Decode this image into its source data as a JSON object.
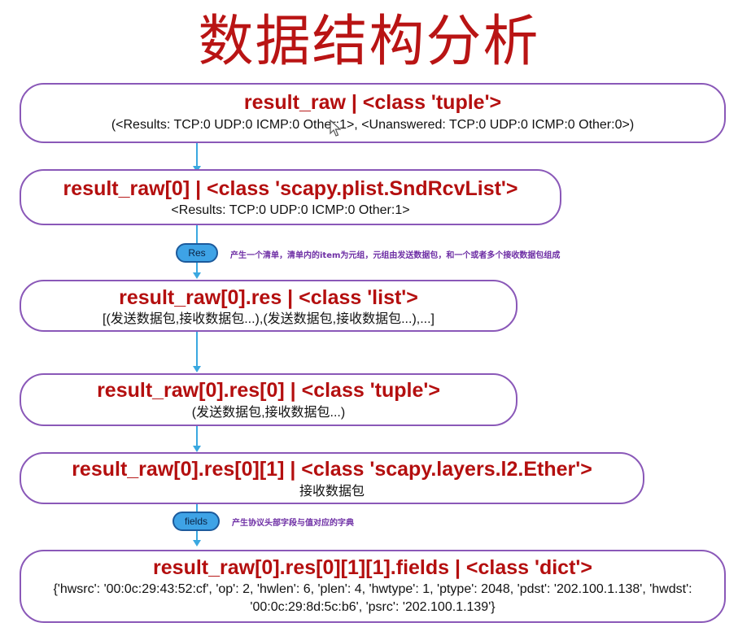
{
  "title": "数据结构分析",
  "boxes": [
    {
      "head": "result_raw | <class 'tuple'>",
      "sub": "(<Results: TCP:0 UDP:0 ICMP:0 Other:1>, <Unanswered: TCP:0 UDP:0 ICMP:0 Other:0>)"
    },
    {
      "head": "result_raw[0] | <class 'scapy.plist.SndRcvList'>",
      "sub": "<Results: TCP:0 UDP:0 ICMP:0 Other:1>"
    },
    {
      "head": "result_raw[0].res | <class 'list'>",
      "sub": "[(发送数据包,接收数据包...),(发送数据包,接收数据包...),...]"
    },
    {
      "head": "result_raw[0].res[0] | <class 'tuple'>",
      "sub": "(发送数据包,接收数据包...)"
    },
    {
      "head": "result_raw[0].res[0][1] | <class 'scapy.layers.l2.Ether'>",
      "sub": "接收数据包"
    },
    {
      "head": "result_raw[0].res[0][1][1].fields | <class 'dict'>",
      "sub": "{'hwsrc': '00:0c:29:43:52:cf', 'op': 2, 'hwlen': 6, 'plen': 4, 'hwtype': 1, 'ptype': 2048, 'pdst': '202.100.1.138', 'hwdst': '00:0c:29:8d:5c:b6', 'psrc': '202.100.1.139'}"
    }
  ],
  "pills": [
    {
      "label": "Res",
      "note": "产生一个清单，清单内的item为元组，元组由发送数据包，和一个或者多个接收数据包组成"
    },
    {
      "label": "fields",
      "note": "产生协议头部字段与值对应的字典"
    }
  ],
  "colors": {
    "title": "#b91414",
    "box_head": "#b40f0f",
    "box_border": "#8a58b8",
    "connector": "#3aa8e0",
    "pill_fill": "#3ea3e6",
    "note": "#6e2fa5"
  },
  "icons": [
    "mouse-cursor-icon"
  ]
}
